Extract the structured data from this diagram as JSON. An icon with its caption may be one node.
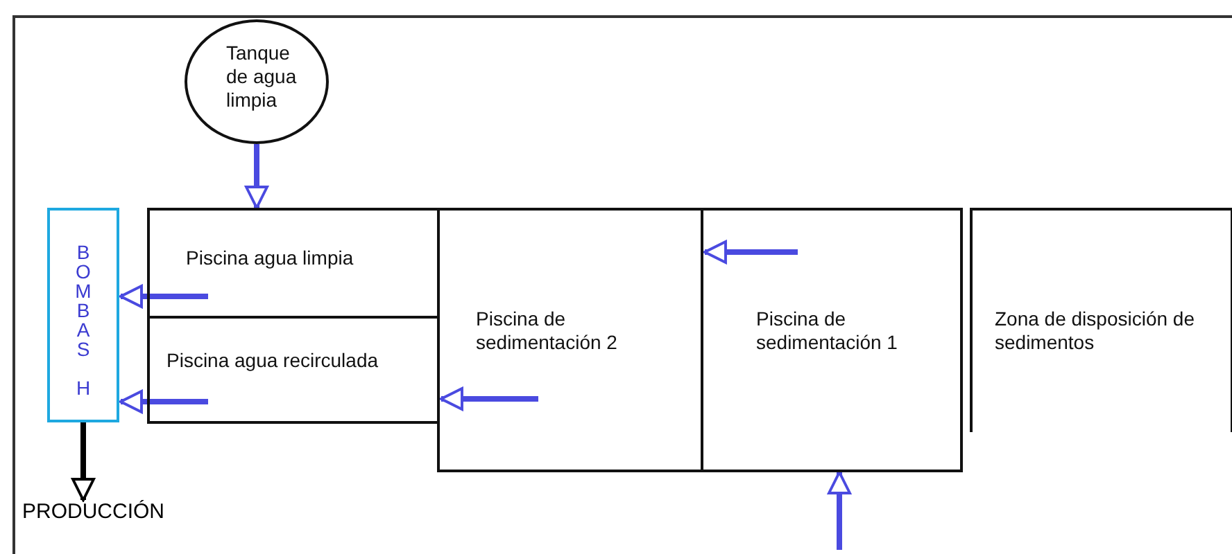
{
  "diagram": {
    "nodes": [
      {
        "text": [
          "Tanque de agua limpia"
        ]
      },
      {
        "text": [
          "BOMBAS H"
        ]
      },
      {
        "text": [
          "Piscina agua limpia"
        ]
      },
      {
        "text": [
          "Piscina agua recirculada"
        ]
      },
      {
        "text": [
          "Piscina de sedimentación 2"
        ]
      },
      {
        "text": [
          "Piscina de sedimentación 1"
        ]
      },
      {
        "text": [
          "Zona de disposición de sedimentos"
        ]
      },
      {
        "text": [
          "PRODUCCIÓN"
        ]
      }
    ],
    "edges": [
      {
        "from": 0,
        "to": 2,
        "arrow": "to"
      },
      {
        "from": 2,
        "to": 1,
        "arrow": "to"
      },
      {
        "from": 3,
        "to": 1,
        "arrow": "to"
      },
      {
        "from": 4,
        "to": 3,
        "arrow": "to"
      },
      {
        "from": 5,
        "to": 4,
        "arrow": "to"
      },
      {
        "from": 1,
        "to": 7,
        "arrow": "to",
        "color": "#000000"
      },
      {
        "from": null,
        "to": 5,
        "arrow": "to"
      }
    ]
  }
}
